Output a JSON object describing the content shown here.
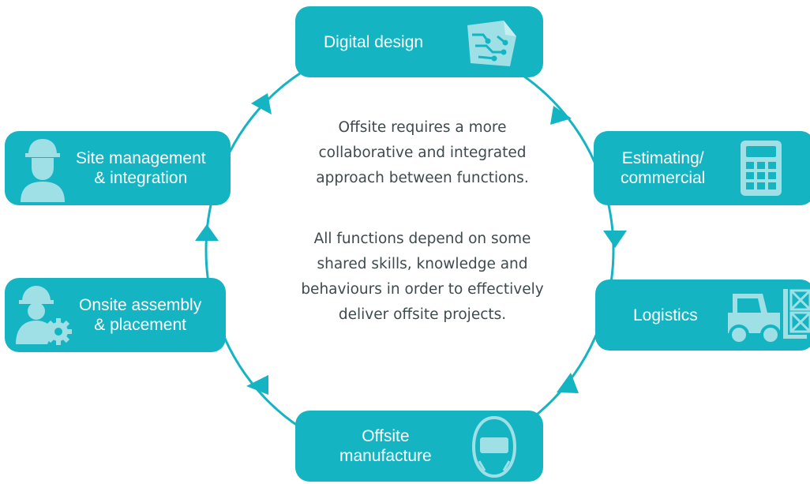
{
  "colors": {
    "accent": "#14b4c2",
    "icon": "#9ee0e6",
    "ring": "#14b4c2",
    "text": "#3e4a4c"
  },
  "center": {
    "paragraph_1": [
      "Offsite requires a more",
      "collaborative and integrated",
      "approach between functions."
    ],
    "paragraph_2": [
      "All functions depend on some",
      "shared skills, knowledge and",
      "behaviours in order to effectively",
      "deliver offsite projects."
    ]
  },
  "nodes": {
    "digital_design": {
      "label": "Digital design",
      "icon": "blueprint-icon"
    },
    "estimating": {
      "label_line_1": "Estimating/",
      "label_line_2": "commercial",
      "icon": "calculator-icon"
    },
    "logistics": {
      "label": "Logistics",
      "icon": "forklift-icon"
    },
    "offsite_manufacture": {
      "label_line_1": "Offsite",
      "label_line_2": "manufacture",
      "icon": "welding-mask-icon"
    },
    "onsite_assembly": {
      "label_line_1": "Onsite assembly",
      "label_line_2": "& placement",
      "icon": "worker-gear-icon"
    },
    "site_management": {
      "label_line_1": "Site management",
      "label_line_2": "& integration",
      "icon": "worker-icon"
    }
  }
}
